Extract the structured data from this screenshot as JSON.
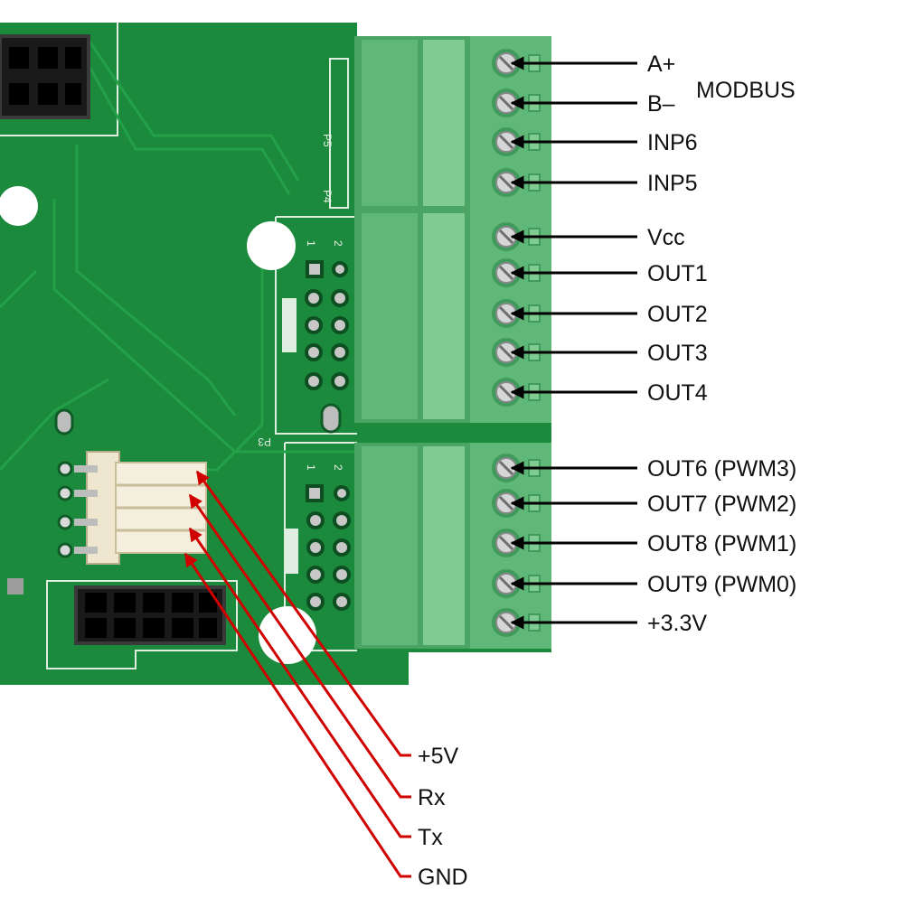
{
  "colors": {
    "pcb": "#1c8a3c",
    "pcb_dark": "#14702f",
    "trace": "#23a048",
    "silkscreen": "#dfeee0",
    "terminal": "#5fb878",
    "terminal_dark": "#4aa565",
    "terminal_light": "#7fcb93",
    "black_arrow": "#000000",
    "red_arrow": "#d10000",
    "uart_connector": "#efe6cf",
    "header_black": "#1a1a1a"
  },
  "board": {
    "silk_labels": {
      "p5": "P5",
      "p4": "P4",
      "p3": "P3",
      "pin1": "1",
      "pin2": "2"
    }
  },
  "modbus_group": {
    "label": "MODBUS"
  },
  "terminal_blocks": [
    {
      "name": "terminal-block-top",
      "pins": [
        {
          "label": "A+"
        },
        {
          "label": "B–"
        },
        {
          "label": "INP6"
        },
        {
          "label": "INP5"
        }
      ]
    },
    {
      "name": "terminal-block-middle",
      "pins": [
        {
          "label": "Vcc"
        },
        {
          "label": "OUT1"
        },
        {
          "label": "OUT2"
        },
        {
          "label": "OUT3"
        },
        {
          "label": "OUT4"
        }
      ]
    },
    {
      "name": "terminal-block-bottom",
      "pins": [
        {
          "label": "OUT6 (PWM3)"
        },
        {
          "label": "OUT7 (PWM2)"
        },
        {
          "label": "OUT8 (PWM1)"
        },
        {
          "label": "OUT9 (PWM0)"
        },
        {
          "label": "+3.3V"
        }
      ]
    }
  ],
  "uart_connector": {
    "pins": [
      {
        "label": "+5V"
      },
      {
        "label": "Rx"
      },
      {
        "label": "Tx"
      },
      {
        "label": "GND"
      }
    ]
  }
}
